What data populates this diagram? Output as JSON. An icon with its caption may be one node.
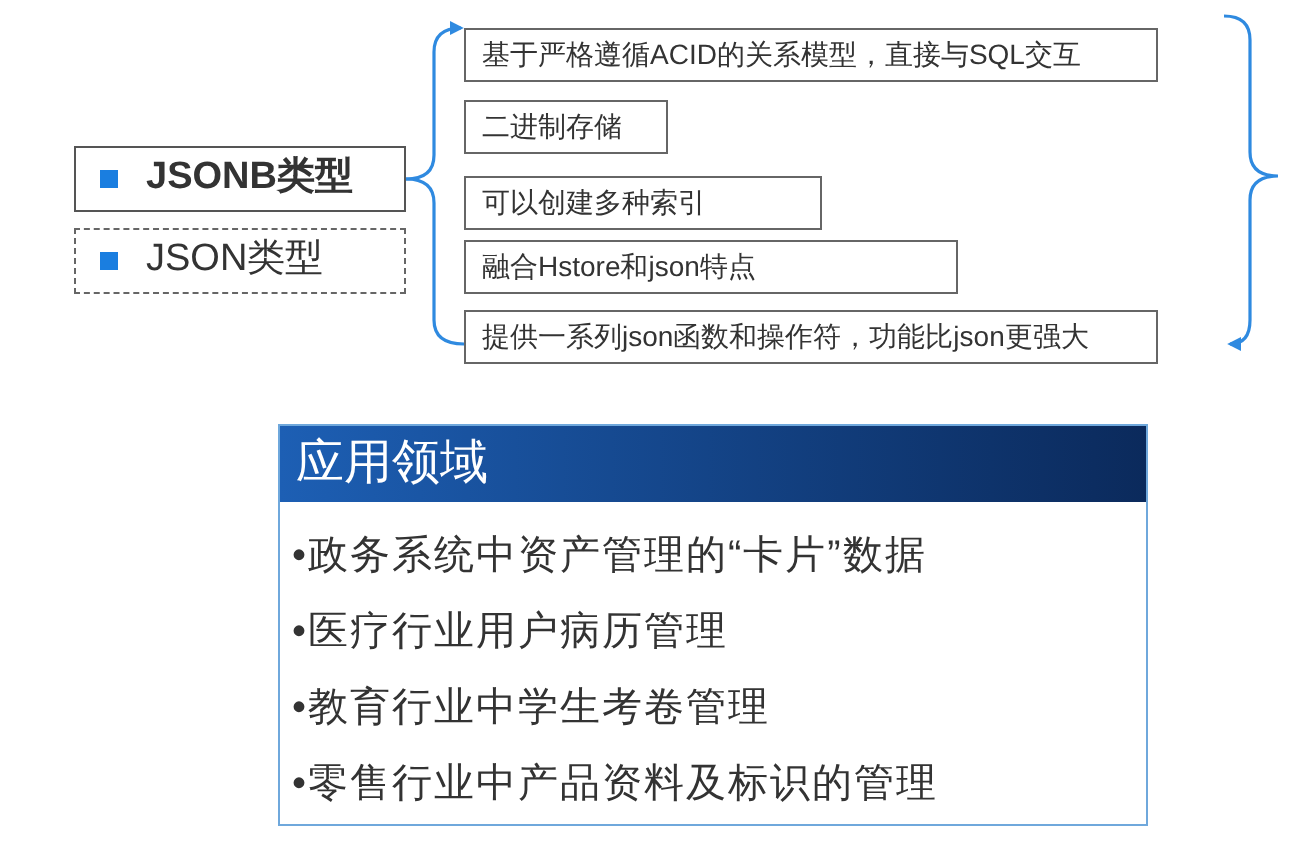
{
  "diagram": {
    "nodes": [
      {
        "text": [
          "JSONB类型"
        ]
      },
      {
        "text": [
          "JSON类型"
        ]
      },
      {
        "text": [
          "基于严格遵循ACID的关系模型，直接与SQL交互"
        ]
      },
      {
        "text": [
          "二进制存储"
        ]
      },
      {
        "text": [
          "可以创建多种索引"
        ]
      },
      {
        "text": [
          "融合Hstore和json特点"
        ]
      },
      {
        "text": [
          "提供一系列json函数和操作符，功能比json更强大"
        ]
      },
      {
        "text": [
          "应用领域",
          "•政务系统中资产管理的“卡片”数据",
          "•医疗行业用户病历管理",
          "•教育行业中学生考卷管理",
          "•零售行业中产品资料及标识的管理"
        ]
      }
    ],
    "edges": [
      {
        "from": 0,
        "to": 2,
        "arrow": "to"
      },
      {
        "from": 0,
        "to": 6,
        "arrow": "none"
      }
    ]
  }
}
